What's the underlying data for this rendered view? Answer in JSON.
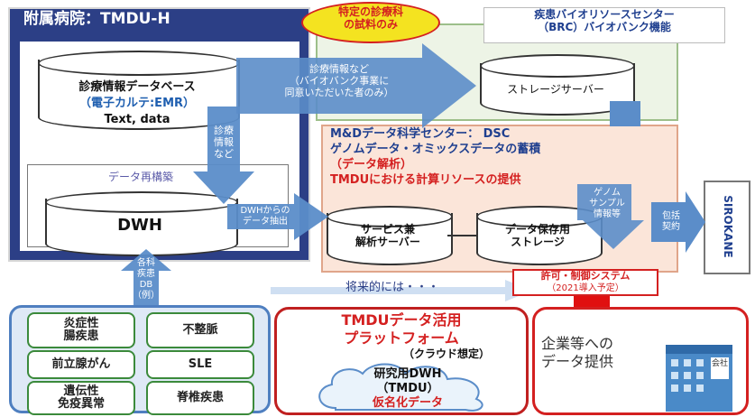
{
  "hospital": {
    "title": "附属病院：TMDU-H"
  },
  "emr": {
    "line1": "診療情報データベース",
    "line2": "（電子カルテ:EMR）",
    "line3": "Text, data"
  },
  "arrow_clinical": {
    "label": "診療\n情報\nなど"
  },
  "restructure": {
    "label": "データ再構築"
  },
  "dwh": {
    "label": "DWH"
  },
  "arrow_dwh_extract": {
    "label": "DWHからの\nデータ抽出"
  },
  "arrow_biobank": {
    "label": "診療情報など\n（バイオバンク事業に\n同意いただいた者のみ）"
  },
  "bubble": {
    "text": "特定の診療科\nの試料のみ"
  },
  "brc": {
    "title": "疾患バイオリソースセンター\n（BRC）バイオバンク機能"
  },
  "storage_server": {
    "label": "ストレージサーバー"
  },
  "dsc": {
    "line1": "M&Dデータ科学センター： DSC",
    "line2": "ゲノムデータ・オミックスデータの蓄積",
    "line3": "（データ解析）",
    "line4": "TMDUにおける計算リソースの提供"
  },
  "analysis_server": {
    "label": "サービス兼\n解析サーバー"
  },
  "data_storage": {
    "label": "データ保存用\nストレージ"
  },
  "arrow_genome": {
    "label": "ゲノム\nサンプル\n情報等"
  },
  "arrow_contract": {
    "label": "包括\n契約"
  },
  "sirokane": {
    "label": "SIROKANE"
  },
  "arrow_dept": {
    "label": "各科\n疾患\nDB\n（例）"
  },
  "future": {
    "label": "将来的には・・・"
  },
  "permission": {
    "line1": "許可・制御システム",
    "line2": "（2021導入予定）"
  },
  "diseases": [
    "炎症性\n腸疾患",
    "不整脈",
    "前立腺がん",
    "SLE",
    "遺伝性\n免疫異常",
    "脊椎疾患"
  ],
  "platform": {
    "title1": "TMDUデータ活用",
    "title2": "プラットフォーム",
    "subtitle": "（クラウド想定）",
    "cloud1": "研究用DWH",
    "cloud2": "（TMDU）",
    "cloud3": "仮名化データ"
  },
  "company": {
    "line1": "企業等への",
    "line2": "データ提供",
    "sign": "会社"
  }
}
